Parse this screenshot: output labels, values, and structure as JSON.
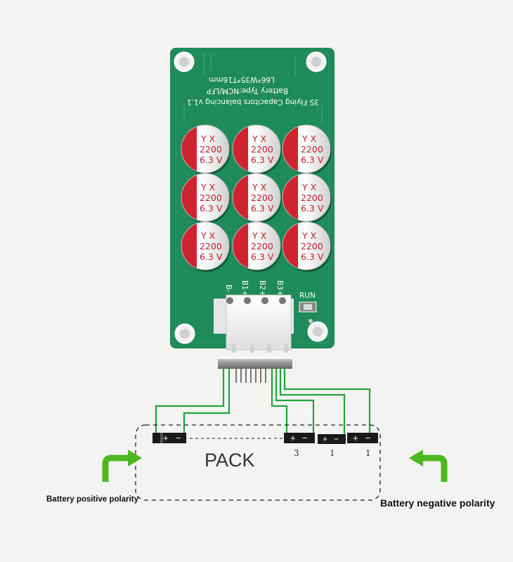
{
  "board": {
    "silk_title": "3S Flying Capacitors balancing v1.1",
    "silk_type": "Battery Type:NCM/LFP",
    "silk_dims": "L66*W35*T16mm",
    "pins": [
      "B-",
      "B1+",
      "B2+",
      "B3+"
    ],
    "run_label": "RUN"
  },
  "capacitors": [
    {
      "brand": "Y X",
      "capacitance": "2200",
      "voltage": "6.3 V"
    },
    {
      "brand": "Y X",
      "capacitance": "2200",
      "voltage": "6.3 V"
    },
    {
      "brand": "Y X",
      "capacitance": "2200",
      "voltage": "6.3 V"
    },
    {
      "brand": "Y X",
      "capacitance": "2200",
      "voltage": "6.3 V"
    },
    {
      "brand": "Y X",
      "capacitance": "2200",
      "voltage": "6.3 V"
    },
    {
      "brand": "Y X",
      "capacitance": "2200",
      "voltage": "6.3 V"
    },
    {
      "brand": "Y X",
      "capacitance": "2200",
      "voltage": "6.3 V"
    },
    {
      "brand": "Y X",
      "capacitance": "2200",
      "voltage": "6.3 V"
    },
    {
      "brand": "Y X",
      "capacitance": "2200",
      "voltage": "6.3 V"
    }
  ],
  "pack": {
    "label": "PACK",
    "cell_numbers": [
      "3",
      "1",
      "1"
    ]
  },
  "labels": {
    "positive": "Battery positive polarity",
    "negative": "Battery negative polarity"
  },
  "colors": {
    "pcb": "#1f8a5a",
    "wire": "#22a53a",
    "arrow": "#4cb81f",
    "cap_red": "#cf2330"
  }
}
